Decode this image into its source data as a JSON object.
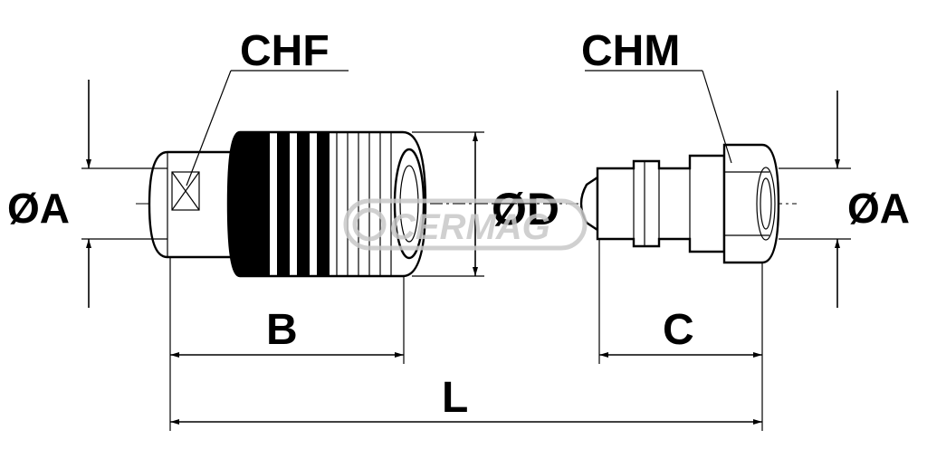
{
  "parts": {
    "female": {
      "label": "CHF"
    },
    "male": {
      "label": "CHM"
    }
  },
  "dimensions": {
    "a_left": "ØA",
    "a_right": "ØA",
    "d": "ØD",
    "b": "B",
    "c": "C",
    "l": "L"
  },
  "watermark": {
    "text": "CERMAG"
  }
}
